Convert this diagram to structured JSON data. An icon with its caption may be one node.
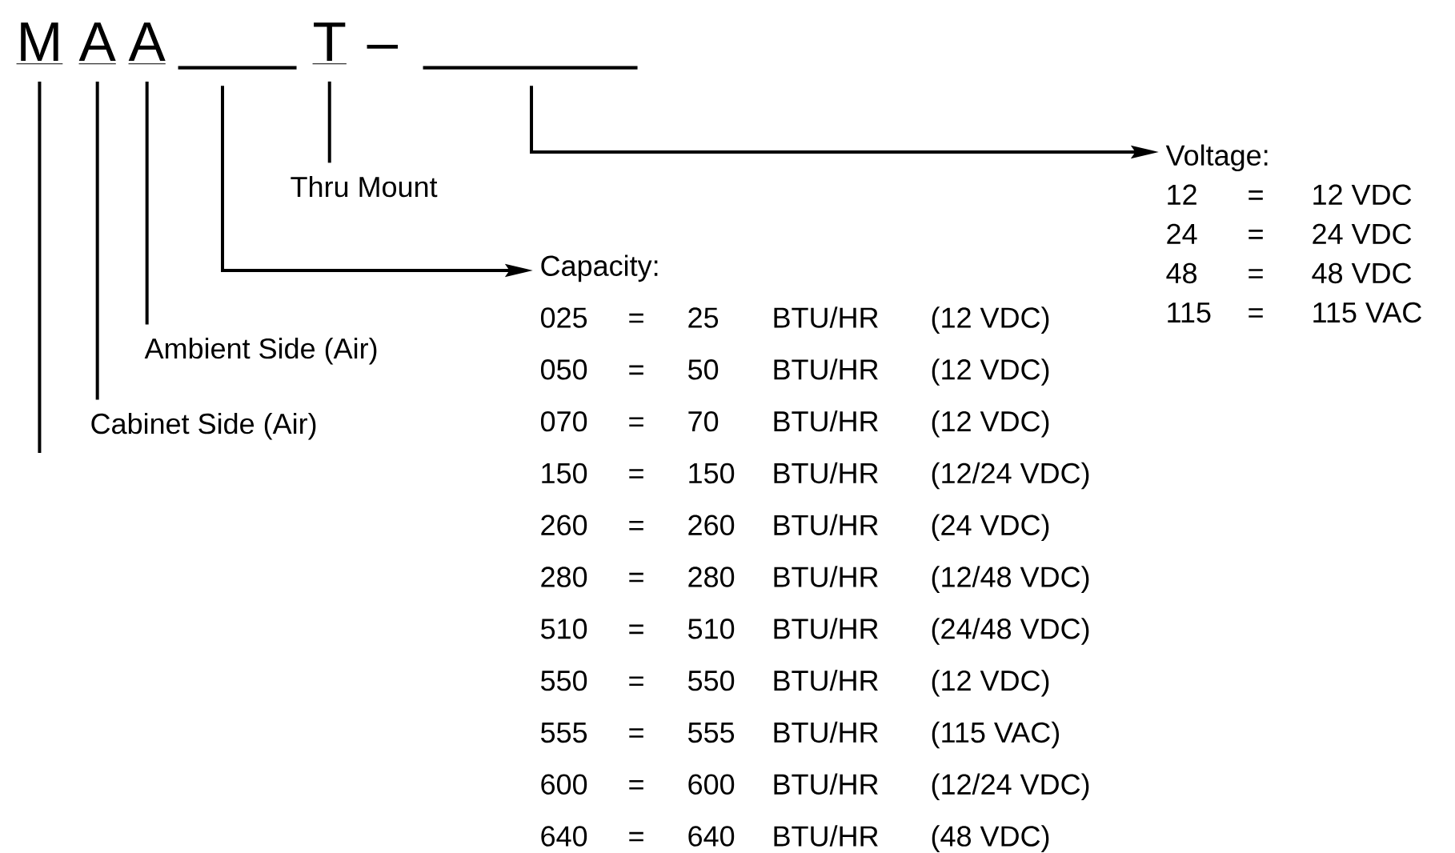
{
  "diagram": {
    "nodes": [
      {
        "text": [
          "M"
        ]
      },
      {
        "text": [
          "A"
        ]
      },
      {
        "text": [
          "A"
        ]
      },
      {
        "text": [],
        "shape": "bar"
      },
      {
        "text": [
          "T"
        ]
      },
      {
        "text": [],
        "shape": "bar"
      },
      {
        "text": [
          "Thru Mount"
        ]
      },
      {
        "text": [
          "Ambient Side (Air)"
        ]
      },
      {
        "text": [
          "Cabinet Side (Air)"
        ]
      },
      {
        "text": [
          "Capacity:",
          "025",
          "=",
          "25",
          "BTU/HR",
          "(12 VDC)",
          "050",
          "=",
          "50",
          "BTU/HR",
          "(12 VDC)",
          "070",
          "=",
          "70",
          "BTU/HR",
          "(12 VDC)",
          "150",
          "=",
          "150",
          "BTU/HR",
          "(12/24 VDC)",
          "260",
          "=",
          "260",
          "BTU/HR",
          "(24 VDC)",
          "280",
          "=",
          "280",
          "BTU/HR",
          "(12/48 VDC)",
          "510",
          "=",
          "510",
          "BTU/HR",
          "(24/48 VDC)",
          "550",
          "=",
          "550",
          "BTU/HR",
          "(12 VDC)",
          "555",
          "=",
          "555",
          "BTU/HR",
          "(115 VAC)",
          "600",
          "=",
          "600",
          "BTU/HR",
          "(12/24 VDC)",
          "640",
          "=",
          "640",
          "BTU/HR",
          "(48 VDC)"
        ]
      },
      {
        "text": [
          "Voltage:",
          "12",
          "=",
          "12 VDC",
          "24",
          "=",
          "24 VDC",
          "48",
          "=",
          "48 VDC",
          "115",
          "=",
          "115 VAC"
        ]
      }
    ],
    "edges": [
      {
        "from": 0,
        "to": null,
        "arrow": "none"
      },
      {
        "from": 1,
        "to": 8,
        "arrow": "none"
      },
      {
        "from": 2,
        "to": 7,
        "arrow": "none"
      },
      {
        "from": 3,
        "to": 9,
        "arrow": "to"
      },
      {
        "from": 4,
        "to": 6,
        "arrow": "none"
      },
      {
        "from": 5,
        "to": 10,
        "arrow": "to"
      }
    ],
    "labels": [
      "–"
    ]
  }
}
